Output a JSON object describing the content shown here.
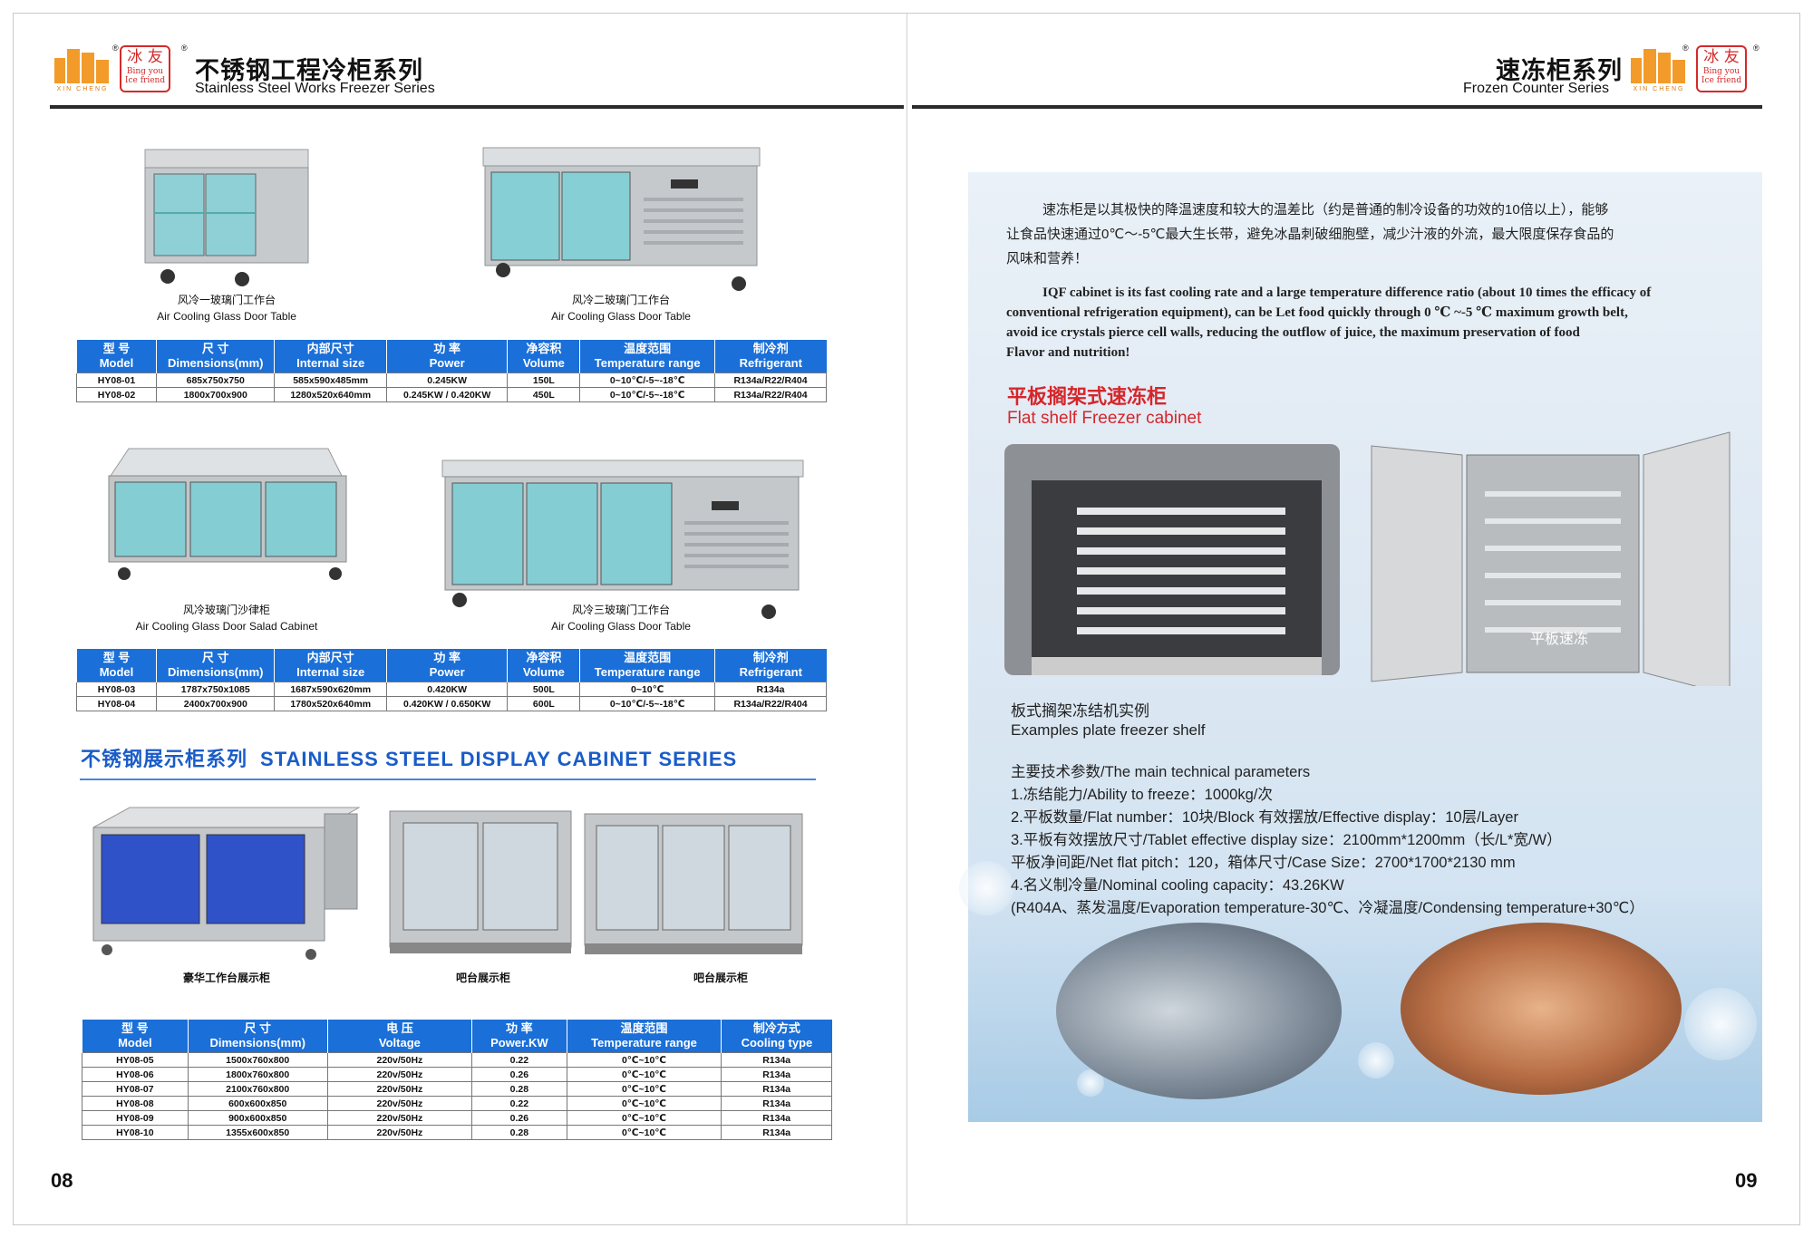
{
  "left_header": {
    "title_cn": "不锈钢工程冷柜系列",
    "title_en": "Stainless Steel Works Freezer Series"
  },
  "right_header": {
    "title_cn": "速冻柜系列",
    "title_en": "Frozen Counter Series"
  },
  "logo": {
    "brand_text": "XIN   CHENG",
    "seal_cn": "冰 友",
    "seal_en_1": "Bing you",
    "seal_en_2": "Ice friend",
    "registered": "®"
  },
  "products_row1": [
    {
      "cn": "风冷一玻璃门工作台",
      "en": "Air Cooling Glass Door Table"
    },
    {
      "cn": "风冷二玻璃门工作台",
      "en": "Air Cooling Glass Door Table"
    }
  ],
  "products_row2": [
    {
      "cn": "风冷玻璃门沙律柜",
      "en": "Air Cooling Glass Door Salad Cabinet"
    },
    {
      "cn": "风冷三玻璃门工作台",
      "en": "Air Cooling Glass Door Table"
    }
  ],
  "table1": {
    "headers": [
      {
        "cn": "型 号",
        "en": "Model"
      },
      {
        "cn": "尺 寸",
        "en": "Dimensions(mm)"
      },
      {
        "cn": "内部尺寸",
        "en": "Internal size"
      },
      {
        "cn": "功 率",
        "en": "Power"
      },
      {
        "cn": "净容积",
        "en": "Volume"
      },
      {
        "cn": "温度范围",
        "en": "Temperature range"
      },
      {
        "cn": "制冷剂",
        "en": "Refrigerant"
      }
    ],
    "rows": [
      [
        "HY08-01",
        "685x750x750",
        "585x590x485mm",
        "0.245KW",
        "150L",
        "0~10℃/-5~-18℃",
        "R134a/R22/R404"
      ],
      [
        "HY08-02",
        "1800x700x900",
        "1280x520x640mm",
        "0.245KW / 0.420KW",
        "450L",
        "0~10℃/-5~-18℃",
        "R134a/R22/R404"
      ]
    ]
  },
  "table2": {
    "rows": [
      [
        "HY08-03",
        "1787x750x1085",
        "1687x590x620mm",
        "0.420KW",
        "500L",
        "0~10℃",
        "R134a"
      ],
      [
        "HY08-04",
        "2400x700x900",
        "1780x520x640mm",
        "0.420KW / 0.650KW",
        "600L",
        "0~10℃/-5~-18℃",
        "R134a/R22/R404"
      ]
    ]
  },
  "display_section": {
    "title_cn": "不锈钢展示柜系列",
    "title_en": "STAINLESS STEEL DISPLAY CABINET SERIES",
    "captions": [
      "豪华工作台展示柜",
      "吧台展示柜",
      "吧台展示柜"
    ]
  },
  "table3": {
    "headers": [
      {
        "cn": "型 号",
        "en": "Model"
      },
      {
        "cn": "尺 寸",
        "en": "Dimensions(mm)"
      },
      {
        "cn": "电 压",
        "en": "Voltage"
      },
      {
        "cn": "功 率",
        "en": "Power.KW"
      },
      {
        "cn": "温度范围",
        "en": "Temperature range"
      },
      {
        "cn": "制冷方式",
        "en": "Cooling type"
      }
    ],
    "rows": [
      [
        "HY08-05",
        "1500x760x800",
        "220v/50Hz",
        "0.22",
        "0℃~10℃",
        "R134a"
      ],
      [
        "HY08-06",
        "1800x760x800",
        "220v/50Hz",
        "0.26",
        "0℃~10℃",
        "R134a"
      ],
      [
        "HY08-07",
        "2100x760x800",
        "220v/50Hz",
        "0.28",
        "0℃~10℃",
        "R134a"
      ],
      [
        "HY08-08",
        "600x600x850",
        "220v/50Hz",
        "0.22",
        "0℃~10℃",
        "R134a"
      ],
      [
        "HY08-09",
        "900x600x850",
        "220v/50Hz",
        "0.26",
        "0℃~10℃",
        "R134a"
      ],
      [
        "HY08-10",
        "1355x600x850",
        "220v/50Hz",
        "0.28",
        "0℃~10℃",
        "R134a"
      ]
    ]
  },
  "page_left": "08",
  "page_right": "09",
  "intro": {
    "cn_1": "速冻柜是以其极快的降温速度和较大的温差比（约是普通的制冷设备的功效的10倍以上），能够",
    "cn_2": "让食品快速通过0℃～-5℃最大生长带，避免冰晶刺破细胞壁，减少汁液的外流，最大限度保存食品的",
    "cn_3": "风味和营养！",
    "en_1": "IQF cabinet is its fast cooling rate and a large temperature difference ratio (about 10 times the efficacy of",
    "en_2": "conventional refrigeration equipment), can be Let food quickly through 0 ℃ ~-5 ℃ maximum growth belt,",
    "en_3": "avoid ice crystals pierce cell walls, reducing the outflow of juice, the maximum preservation of food",
    "en_4": "Flavor and nutrition!"
  },
  "flat_shelf": {
    "title_cn": "平板搁架式速冻柜",
    "title_en": "Flat shelf Freezer cabinet",
    "photo_label": "平板速冻",
    "example_cn": "板式搁架冻结机实例",
    "example_en": "Examples plate freezer shelf"
  },
  "params": [
    "主要技术参数/The main technical parameters",
    "1.冻结能力/Ability to freeze：1000kg/次",
    "2.平板数量/Flat number：10块/Block      有效摆放/Effective display：10层/Layer",
    "3.平板有效摆放尺寸/Tablet effective display size：2100mm*1200mm（长/L*宽/W）",
    "   平板净间距/Net flat pitch：120，箱体尺寸/Case Size：2700*1700*2130 mm",
    "4.名义制冷量/Nominal cooling capacity：43.26KW",
    "   (R404A、蒸发温度/Evaporation temperature-30℃、冷凝温度/Condensing temperature+30℃）"
  ]
}
